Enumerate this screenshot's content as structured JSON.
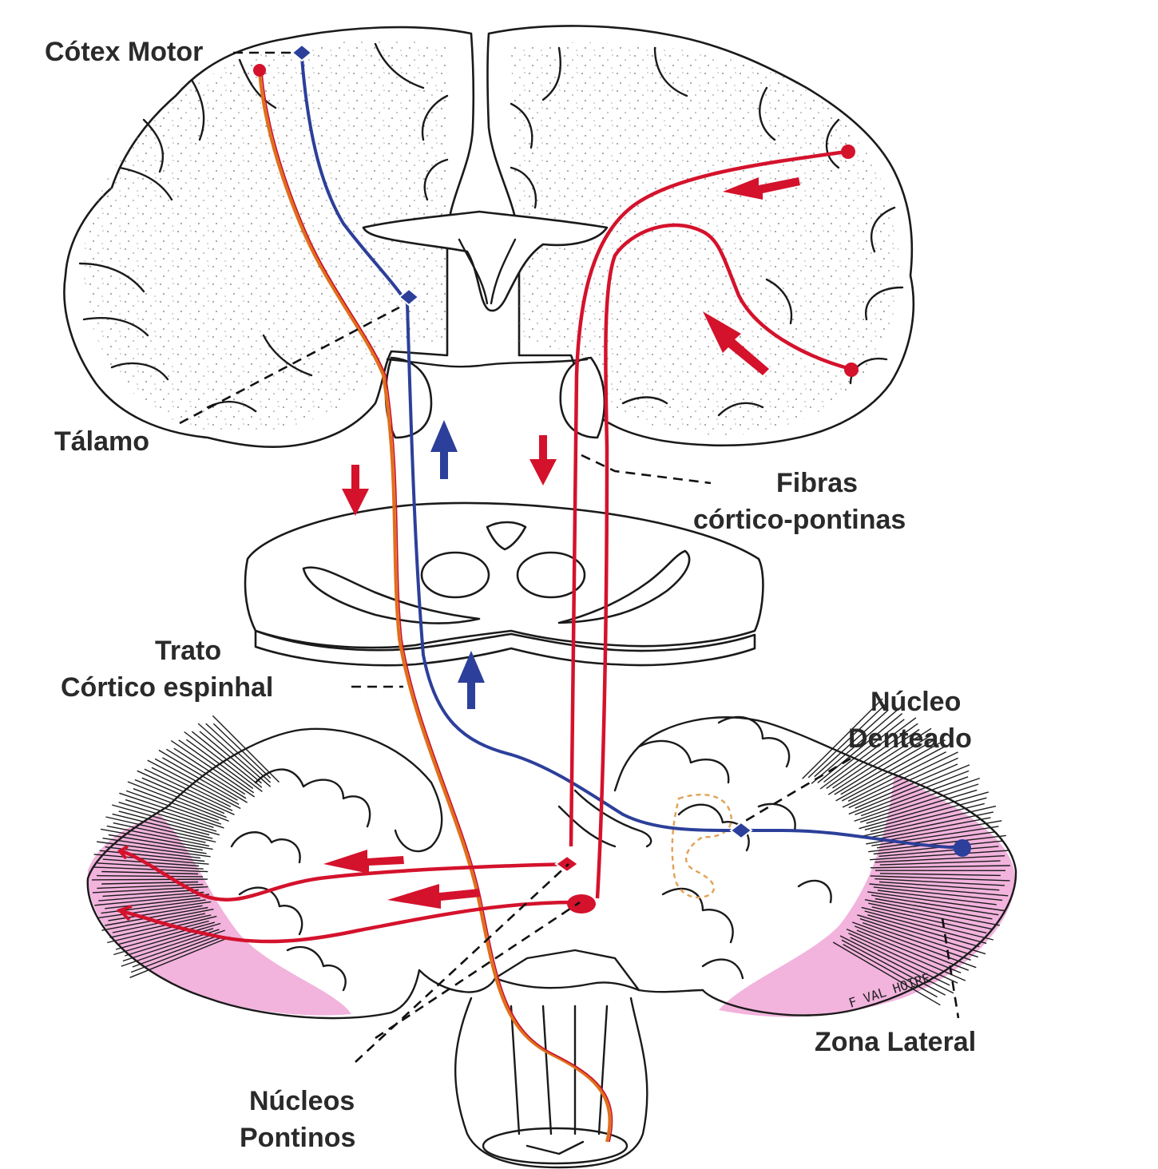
{
  "labels": {
    "motor_cortex": "Cótex Motor",
    "thalamus": "Tálamo",
    "corticopontine": [
      "Fibras",
      "córtico-pontinas"
    ],
    "corticospinal": [
      "Trato",
      "Córtico espinhal"
    ],
    "dentate": [
      "Núcleo",
      "Denteado"
    ],
    "lateral_zone": "Zona Lateral",
    "pontine_nuclei": [
      "Núcleos",
      "Pontinos"
    ],
    "signature": "F VAL HOIRE"
  },
  "colors": {
    "red_pathway": "#d4122c",
    "blue_pathway": "#2c3f9a",
    "orange_pathway": "#e0701a",
    "lateral_zone_fill": "#f2b3dd",
    "outline": "#1a1a1a"
  },
  "icons": {
    "down_arrows": "red-down-arrow-icon",
    "up_arrows": "blue-up-arrow-icon",
    "left_arrows": "red-left-arrow-icon"
  }
}
